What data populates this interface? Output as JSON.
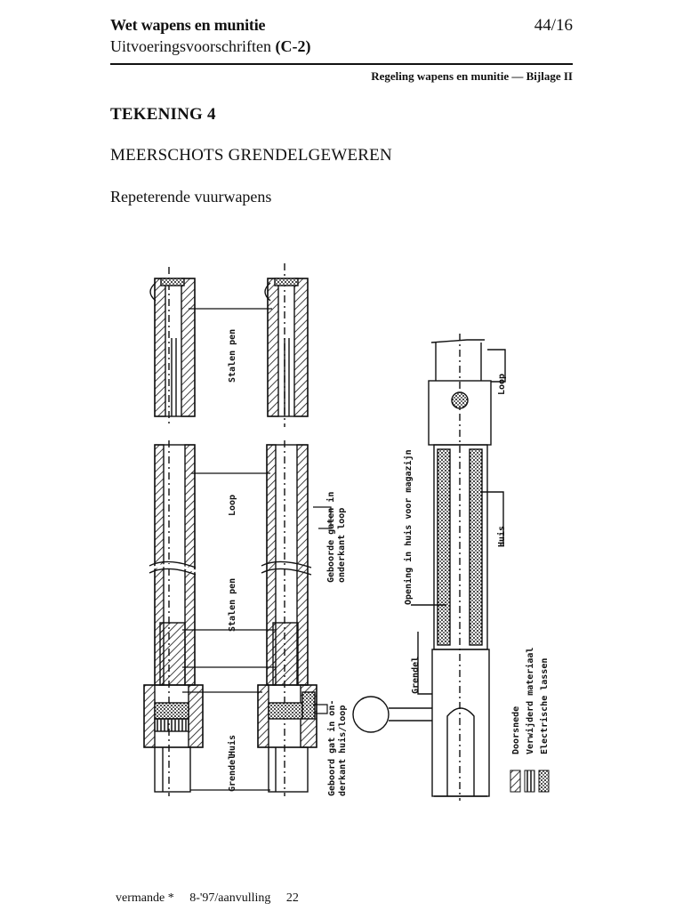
{
  "header": {
    "title": "Wet wapens en munitie",
    "subtitle_prefix": "Uitvoeringsvoorschriften ",
    "subtitle_code": "(C-2)",
    "page_number": "44/16",
    "right_note": "Regeling wapens en munitie — Bijlage II"
  },
  "section": {
    "drawing_title": "TEKENING 4",
    "heading": "MEERSCHOTS GRENDELGEWEREN",
    "subheading": "Repeterende vuurwapens"
  },
  "drawing_labels": {
    "stalen_pen_top": "Stalen pen",
    "loop_left": "Loop",
    "geboorde_gaten": [
      "Geboorde gaten in",
      "onderkant loop"
    ],
    "stalen_pen_mid": "Stalen pen",
    "huis_left": "Huis",
    "grendel_left": "Grendel",
    "geboord_gat": [
      "Geboord gat in on-",
      "derkant huis/loop"
    ],
    "opening": "Opening in huis voor magazijn",
    "loop_right": "Loop",
    "huis_right": "Huis",
    "grendel_right": "Grendel",
    "legend": [
      "Doorsnede",
      "Verwijderd materiaal",
      "Electrische lassen"
    ]
  },
  "footer": {
    "publisher": "vermande *",
    "edition": "8-'97/aanvulling",
    "number": "22"
  }
}
